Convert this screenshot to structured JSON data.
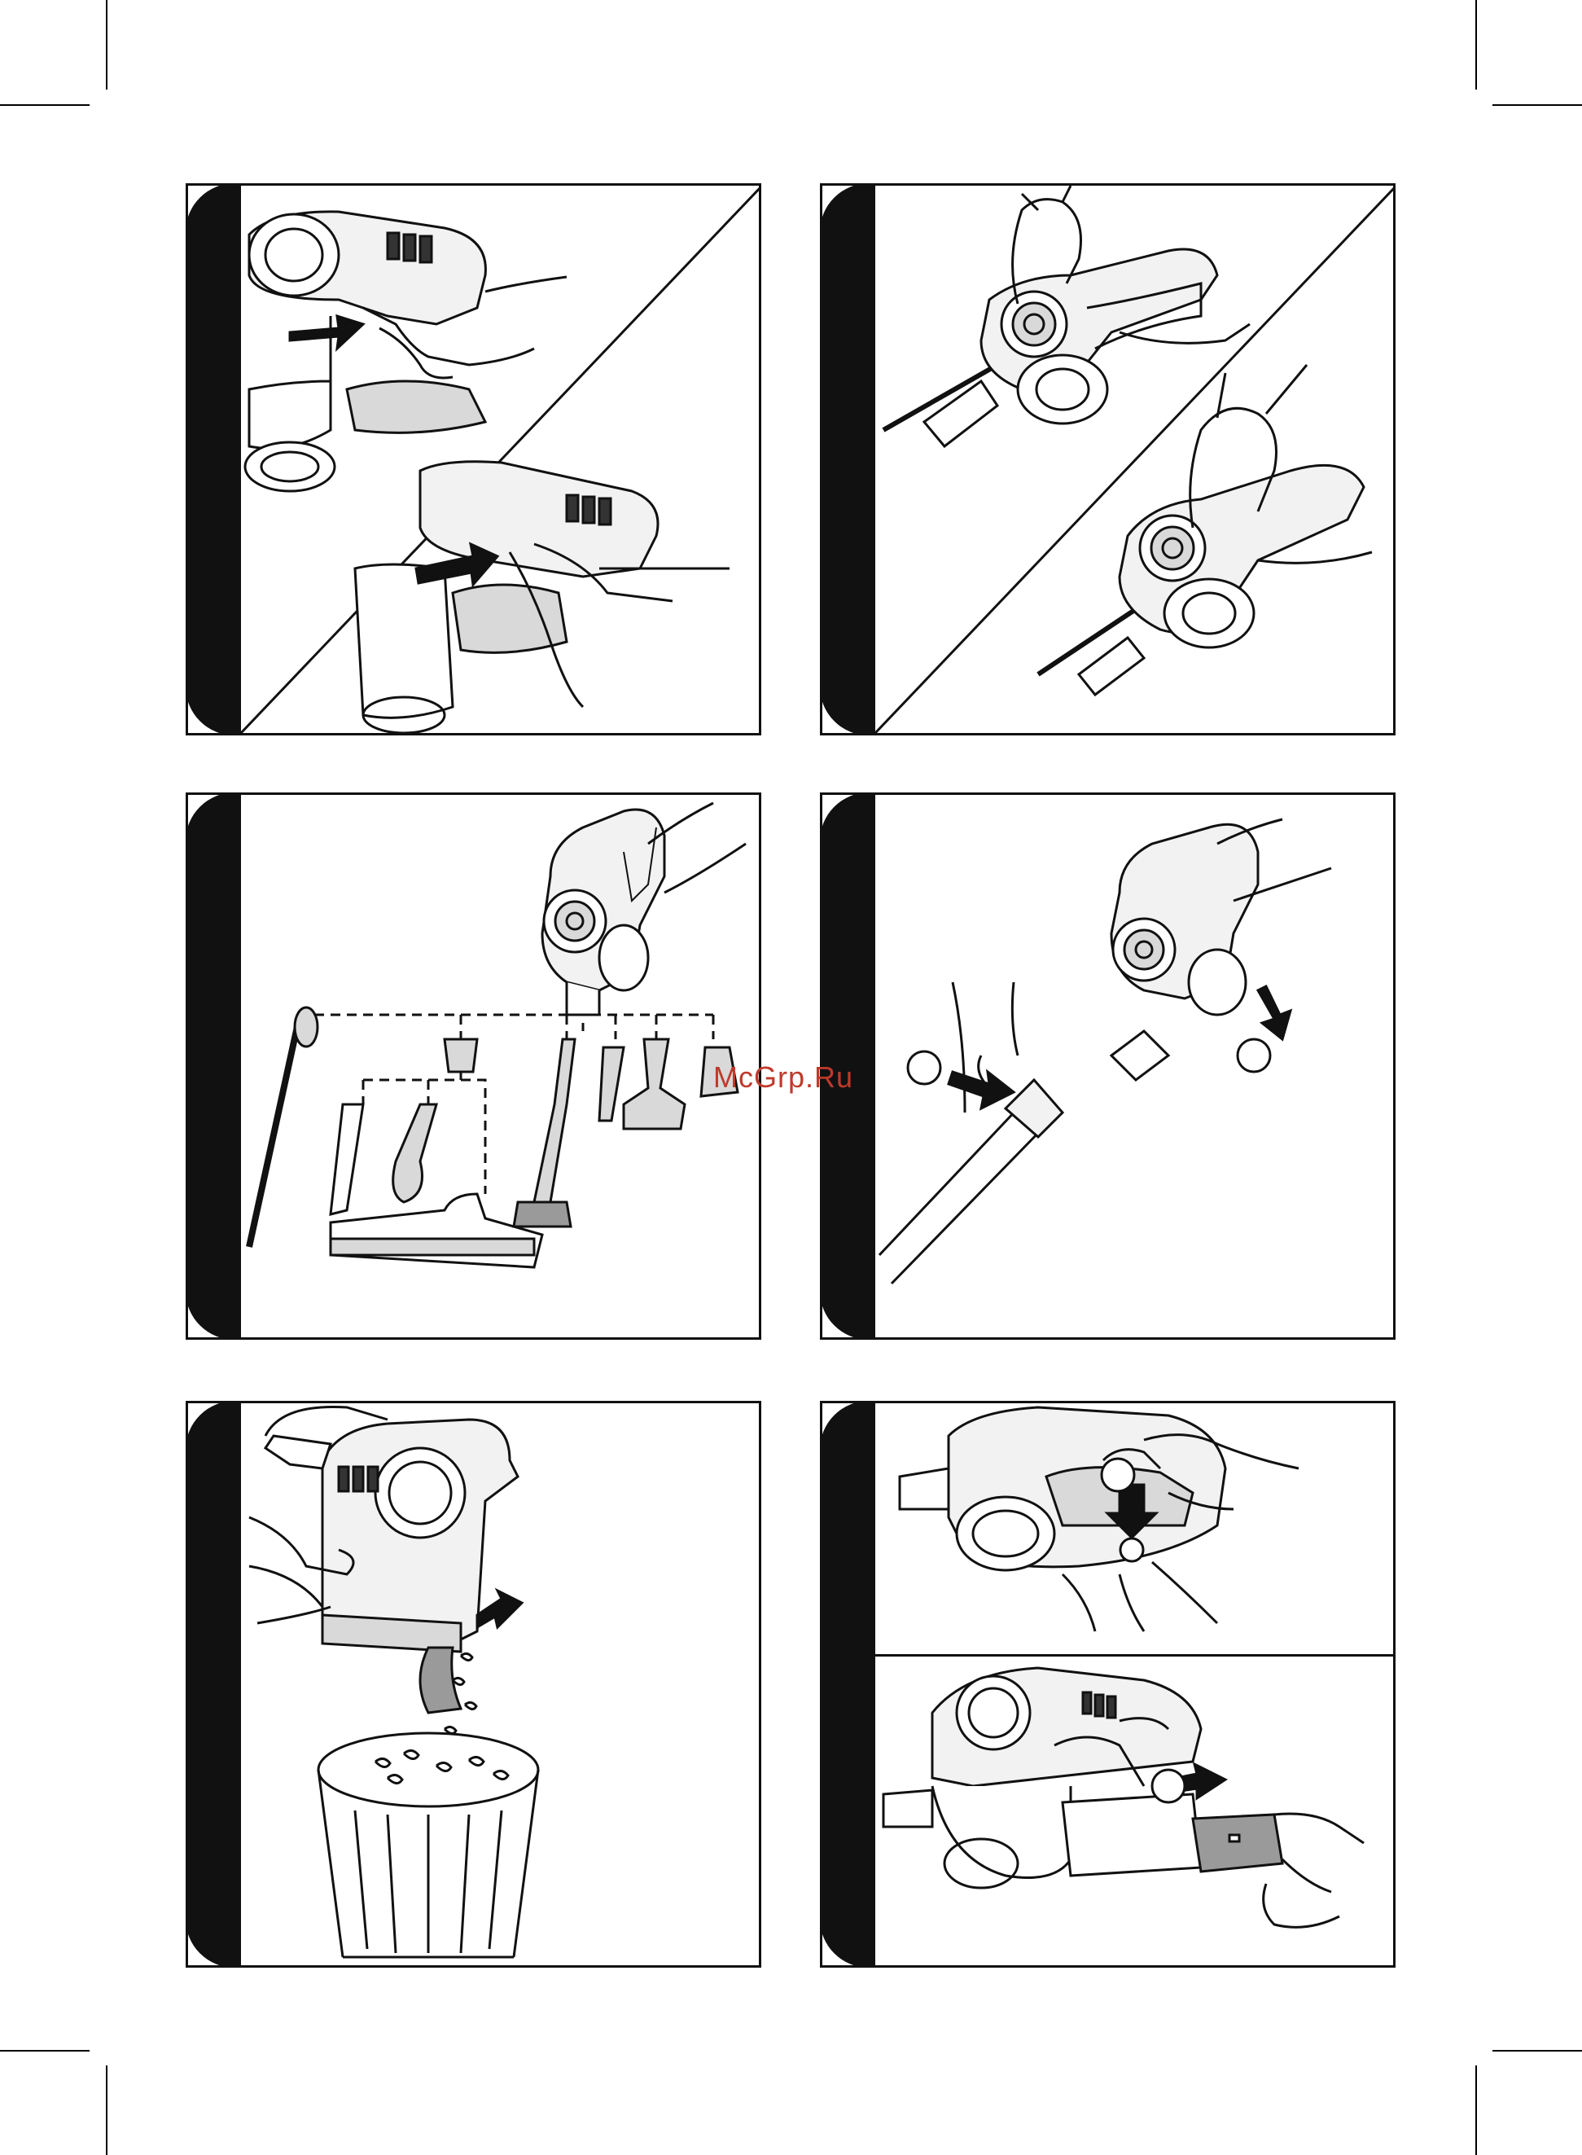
{
  "watermark": {
    "text": "McGrp.Ru",
    "color": "#c0392b"
  },
  "colors": {
    "line": "#111111",
    "fill_light": "#f2f2f2",
    "fill_mid": "#d9d9d9",
    "fill_dark": "#9a9a9a"
  },
  "panels": [
    {
      "id": "panel-1",
      "content": "hand-pressing-release-button-two-views"
    },
    {
      "id": "panel-2",
      "content": "hand-pressing-handle-button-two-views"
    },
    {
      "id": "panel-3",
      "content": "accessory-tools-overview"
    },
    {
      "id": "panel-4",
      "content": "attach-tube-to-handheld"
    },
    {
      "id": "panel-5",
      "content": "empty-dust-bin-into-trash"
    },
    {
      "id": "panel-6",
      "content": "remove-battery-two-steps"
    }
  ]
}
